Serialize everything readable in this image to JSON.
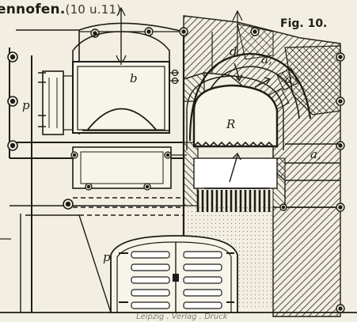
{
  "header": {
    "title": "ennofen.",
    "title_ref": "(10 u.11)",
    "figure_label": "Fig. 10."
  },
  "labels": {
    "d": "d",
    "a1_top": "a,",
    "a_mid": "a",
    "b": "b",
    "R": "R",
    "p_prime": "p'",
    "a1_right": "a,",
    "p": "p"
  },
  "footer": {
    "note": "Leipzig . Verlag . Druck"
  },
  "colors": {
    "paper": "#f2eee2",
    "ink": "#1e1c17",
    "hatch": "#2b2822"
  }
}
